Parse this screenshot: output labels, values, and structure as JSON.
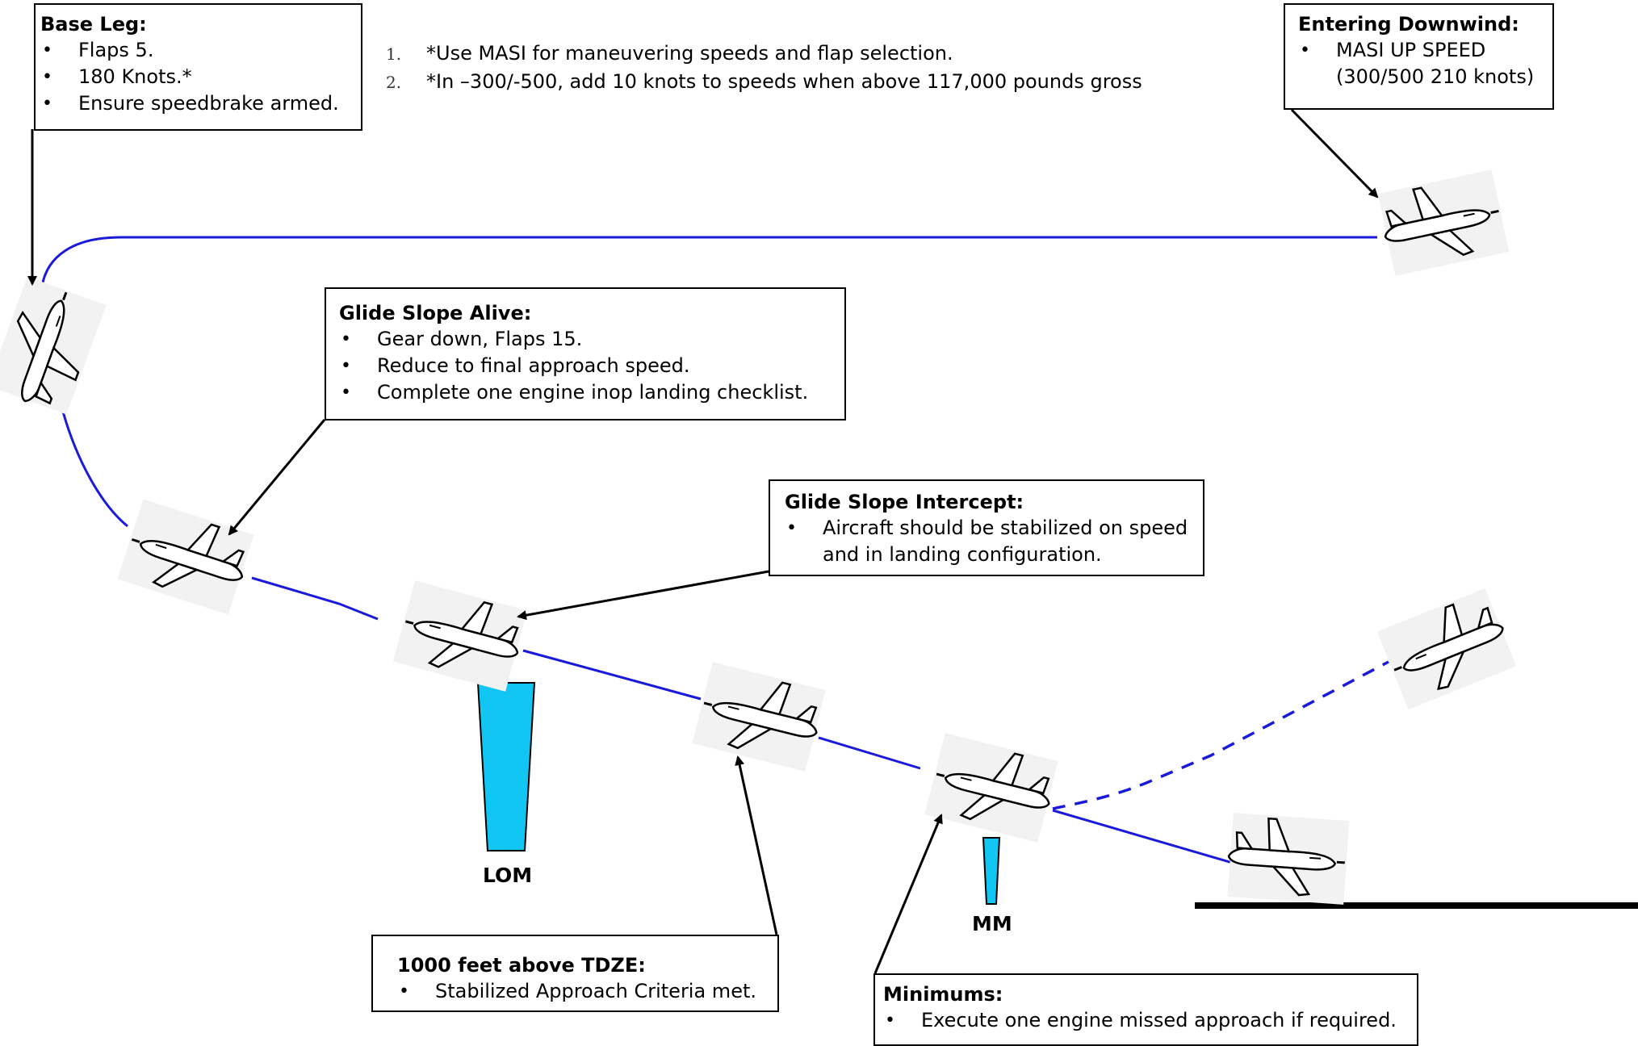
{
  "notes": [
    {
      "num": "1.",
      "text": "*Use MASI for maneuvering speeds and flap selection."
    },
    {
      "num": "2.",
      "text": "*In –300/-500, add 10 knots to speeds when above 117,000 pounds gross"
    }
  ],
  "boxes": {
    "base_leg": {
      "title": "Base Leg:",
      "items": [
        "Flaps 5.",
        "180 Knots.*",
        "Ensure speedbrake armed."
      ]
    },
    "entering_downwind": {
      "title": "Entering Downwind:",
      "items": [
        "MASI UP SPEED",
        "(300/500 210 knots)"
      ]
    },
    "glide_slope_alive": {
      "title": "Glide Slope Alive:",
      "items": [
        "Gear down, Flaps 15.",
        "Reduce to final approach speed.",
        "Complete one engine inop landing checklist."
      ]
    },
    "glide_slope_intercept": {
      "title": "Glide Slope Intercept:",
      "items": [
        "Aircraft should be stabilized on speed",
        "and in landing configuration."
      ]
    },
    "thousand_feet": {
      "title": "1000 feet above TDZE:",
      "items": [
        "Stabilized Approach Criteria met."
      ]
    },
    "minimums": {
      "title": "Minimums:",
      "items": [
        "Execute one engine missed approach if required."
      ]
    }
  },
  "markers": {
    "lom": "LOM",
    "mm": "MM"
  },
  "colors": {
    "flight_path": "#1a1adb",
    "marker_fill": "#11c6f2",
    "outline": "#000000"
  }
}
